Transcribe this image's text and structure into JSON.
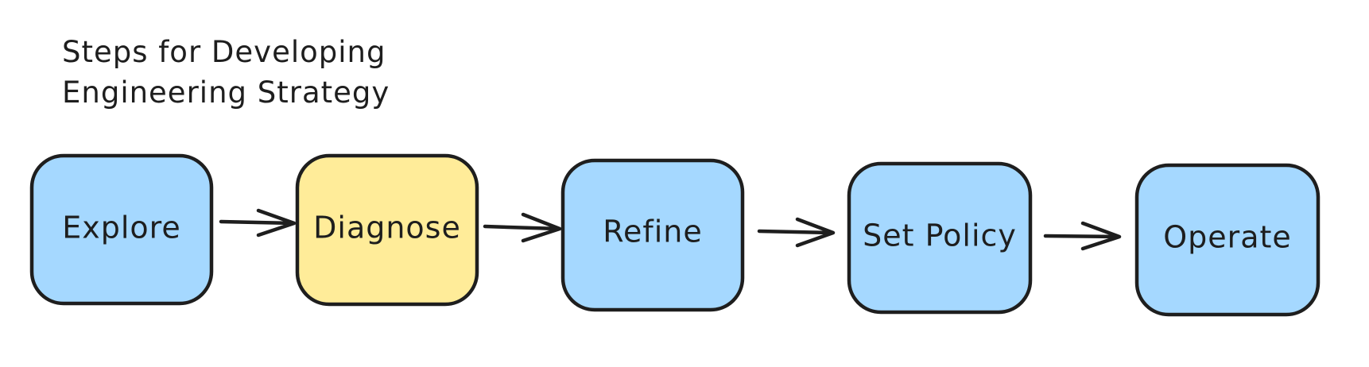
{
  "title": {
    "line1": "Steps for Developing",
    "line2": "Engineering Strategy"
  },
  "steps": [
    {
      "label": "Explore",
      "color": "#a5d8ff"
    },
    {
      "label": "Diagnose",
      "color": "#ffec99"
    },
    {
      "label": "Refine",
      "color": "#a5d8ff"
    },
    {
      "label": "Set Policy",
      "color": "#a5d8ff"
    },
    {
      "label": "Operate",
      "color": "#a5d8ff"
    }
  ],
  "stroke_color": "#1e1e1e"
}
